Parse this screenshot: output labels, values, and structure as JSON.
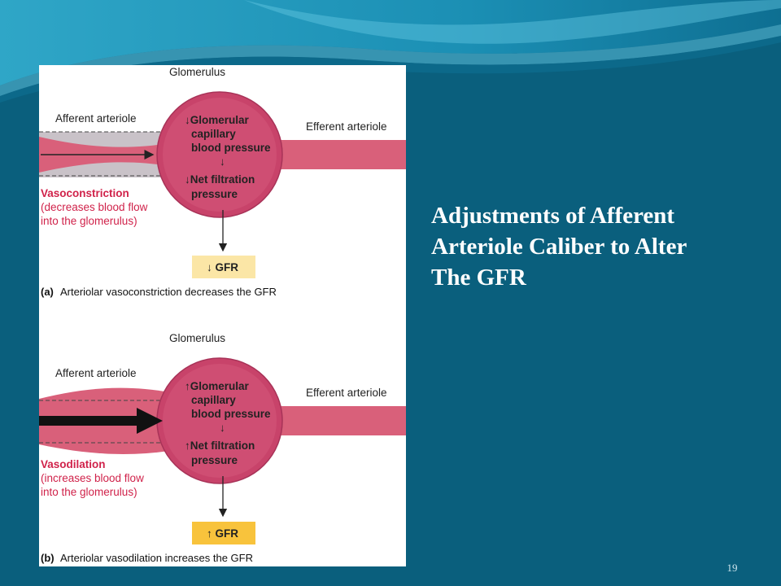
{
  "slide": {
    "title_lines": [
      "Adjustments of Afferent",
      "Arteriole Caliber to Alter",
      "The GFR"
    ],
    "page_number": "19"
  },
  "colors": {
    "background": "#0a5f7d",
    "vessel": "#d9607a",
    "glomerulus": "#c8436a",
    "gfr_box_a": "#fbe6a6",
    "gfr_box_b": "#f8c33c",
    "accent_red": "#d0224a"
  },
  "panel_a": {
    "glomerulus_label": "Glomerulus",
    "afferent_label": "Afferent arteriole",
    "efferent_label": "Efferent arteriole",
    "pressure_line1": "↓Glomerular",
    "pressure_line2": "capillary",
    "pressure_line3": "blood pressure",
    "arrow_symbol": "↓",
    "net_line1": "↓Net filtration",
    "net_line2": "pressure",
    "change_label": "Vasoconstriction",
    "change_desc1": "(decreases blood flow",
    "change_desc2": "into the glomerulus)",
    "gfr_label": "↓ GFR",
    "caption_letter": "(a)",
    "caption": "Arteriolar vasoconstriction decreases the GFR"
  },
  "panel_b": {
    "glomerulus_label": "Glomerulus",
    "afferent_label": "Afferent arteriole",
    "efferent_label": "Efferent arteriole",
    "pressure_line1": "↑Glomerular",
    "pressure_line2": "capillary",
    "pressure_line3": "blood pressure",
    "arrow_symbol": "↓",
    "net_line1": "↑Net filtration",
    "net_line2": "pressure",
    "change_label": "Vasodilation",
    "change_desc1": "(increases blood flow",
    "change_desc2": "into the glomerulus)",
    "gfr_label": "↑ GFR",
    "caption_letter": "(b)",
    "caption": "Arteriolar vasodilation increases the GFR"
  }
}
